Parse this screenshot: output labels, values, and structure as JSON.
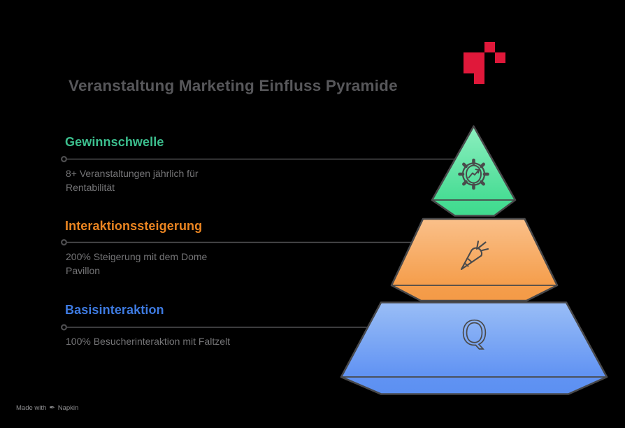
{
  "header": {
    "title": "Veranstaltung Marketing Einfluss Pyramide"
  },
  "sections": [
    {
      "heading": "Gewinnschwelle",
      "heading_color": "#3cbf8e",
      "description": "8+ Veranstaltungen jährlich für Rentabilität"
    },
    {
      "heading": "Interaktionssteigerung",
      "heading_color": "#eb8521",
      "description": "200% Steigerung mit dem Dome Pavillon"
    },
    {
      "heading": "Basisinteraktion",
      "heading_color": "#3e7be2",
      "description": "100% Besucherinteraktion mit Faltzelt"
    }
  ],
  "pyramid": {
    "outline_color": "#48484a",
    "icon_stroke_color": "#4a4a4b",
    "q_glyph": "Q",
    "levels": [
      {
        "icon": "gear-trend-icon",
        "fill_top": "#85ecb8",
        "fill_bottom": "#49dd95",
        "flap": "#40da8e"
      },
      {
        "icon": "carrot-icon",
        "fill_top": "#fac08a",
        "fill_bottom": "#f59e4c",
        "flap": "#f49a46"
      },
      {
        "icon": "letter-q-icon",
        "fill_top": "#9abef6",
        "fill_bottom": "#6193f3",
        "flap": "#5c90f2"
      }
    ]
  },
  "connectors": {
    "color": "#505052"
  },
  "logo": {
    "color": "#e0183a"
  },
  "watermark": {
    "prefix": "Made with",
    "icon_glyph": "✒",
    "brand": "Napkin"
  },
  "colors": {
    "background": "#000000",
    "title_text": "#57575a",
    "body_text": "#757577"
  }
}
